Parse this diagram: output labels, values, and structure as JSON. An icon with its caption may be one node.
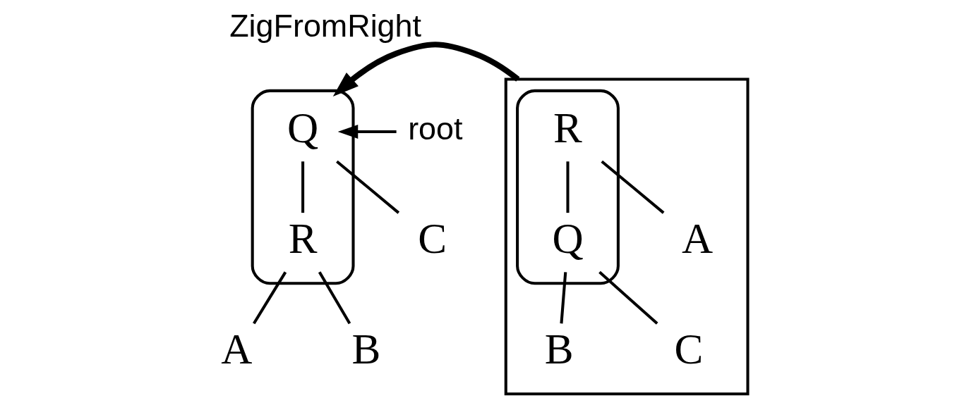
{
  "diagram": {
    "nodes": [
      {
        "text": [],
        "shape": "ellipse"
      },
      {
        "text": [
          "Q"
        ],
        "in": 0
      },
      {
        "text": [
          "R"
        ],
        "in": 0
      },
      {
        "text": [
          "C"
        ]
      },
      {
        "text": [
          "A"
        ]
      },
      {
        "text": [
          "B"
        ]
      },
      {
        "text": [
          "root"
        ]
      },
      {
        "text": [],
        "shape": "box"
      },
      {
        "text": [],
        "shape": "ellipse",
        "in": 7
      },
      {
        "text": [
          "R"
        ],
        "in": 8
      },
      {
        "text": [
          "A"
        ],
        "in": 7
      },
      {
        "text": [
          "Q"
        ],
        "in": 8
      },
      {
        "text": [
          "B"
        ],
        "in": 7
      },
      {
        "text": [
          "C"
        ],
        "in": 7
      }
    ],
    "edges": [
      {
        "from": 6,
        "to": 1,
        "arrow": "to"
      },
      {
        "from": 1,
        "to": 2,
        "arrow": "none"
      },
      {
        "from": 1,
        "to": 3,
        "arrow": "none"
      },
      {
        "from": 2,
        "to": 4,
        "arrow": "none"
      },
      {
        "from": 2,
        "to": 5,
        "arrow": "none"
      },
      {
        "from": 9,
        "to": 10,
        "arrow": "none"
      },
      {
        "from": 9,
        "to": 11,
        "arrow": "none"
      },
      {
        "from": 11,
        "to": 12,
        "arrow": "none"
      },
      {
        "from": 11,
        "to": 13,
        "arrow": "none"
      },
      {
        "from": 7,
        "to": 0,
        "arrow": "to",
        "label": "ZigFromRight",
        "style": "thick"
      }
    ]
  }
}
